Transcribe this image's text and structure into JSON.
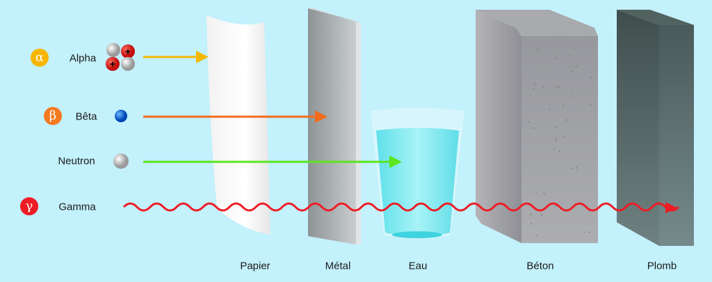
{
  "particles": [
    {
      "symbol": "α",
      "name": "Alpha",
      "color": "#f7b500"
    },
    {
      "symbol": "β",
      "name": "Bêta",
      "color": "#f47920"
    },
    {
      "symbol": "",
      "name": "Neutron",
      "color": ""
    },
    {
      "symbol": "γ",
      "name": "Gamma",
      "color": "#ee1c24"
    }
  ],
  "arrow_colors": {
    "alpha": "#f5b800",
    "beta": "#f26b1d",
    "neutron": "#5ae51c",
    "gamma": "#ee1c24"
  },
  "materials": [
    "Papier",
    "Métal",
    "Eau",
    "Béton",
    "Plomb"
  ],
  "alpha_charge": "+"
}
